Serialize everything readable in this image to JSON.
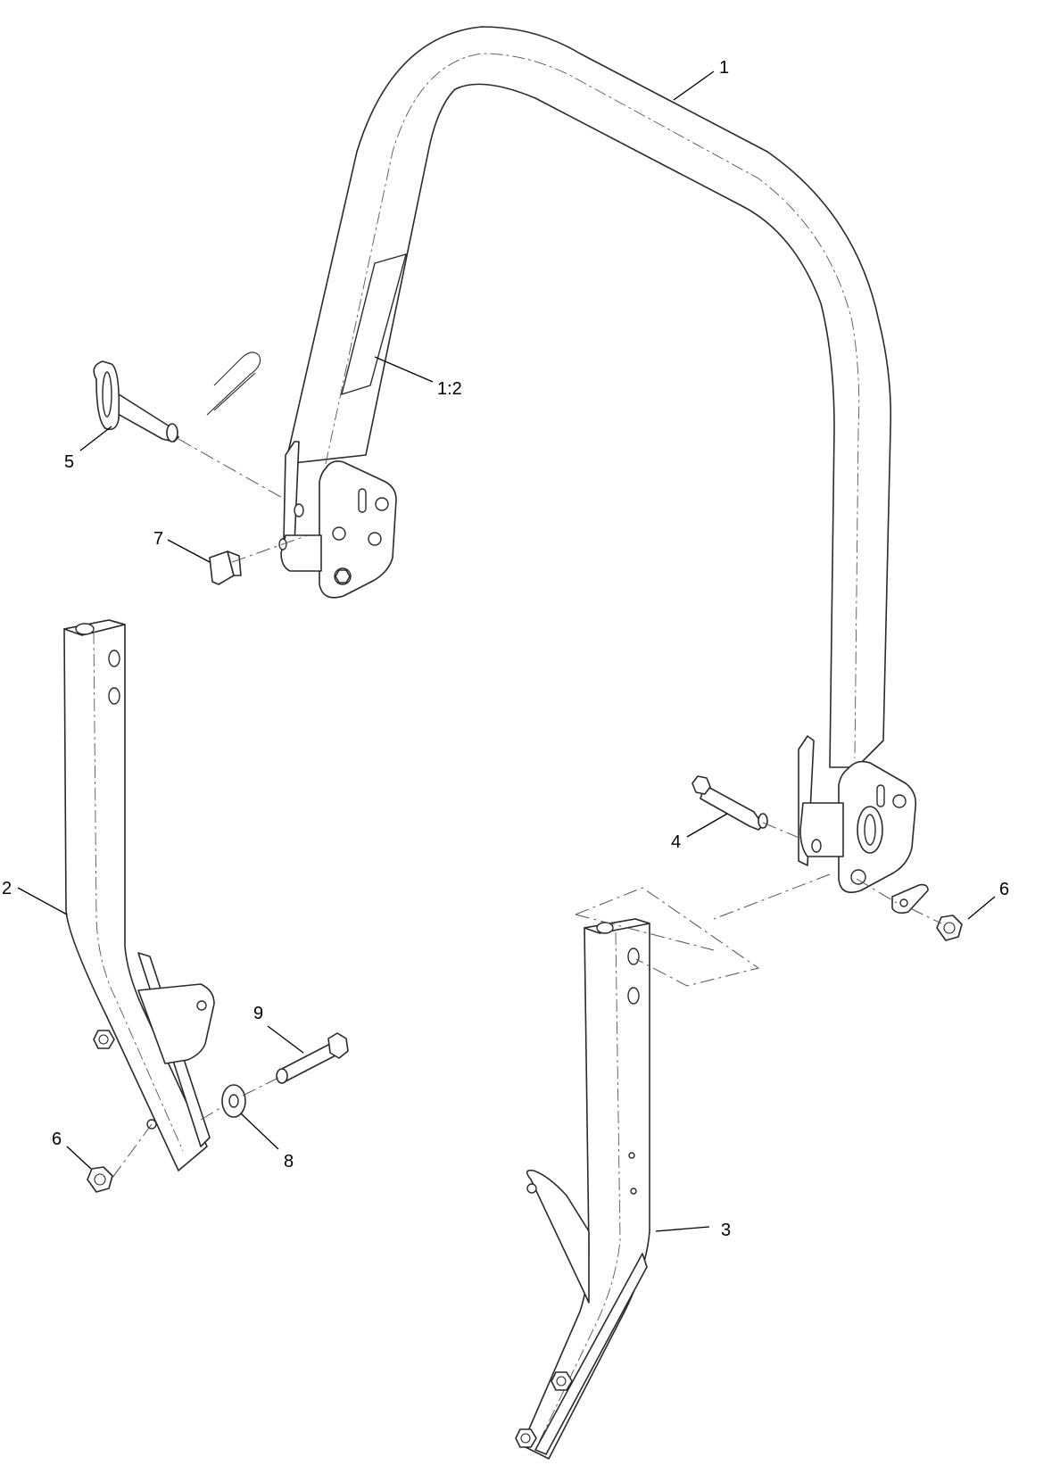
{
  "callouts": [
    {
      "id": "c1",
      "label": "1"
    },
    {
      "id": "c1-2",
      "label": "1:2"
    },
    {
      "id": "c2",
      "label": "2"
    },
    {
      "id": "c3",
      "label": "3"
    },
    {
      "id": "c4",
      "label": "4"
    },
    {
      "id": "c5",
      "label": "5"
    },
    {
      "id": "c6a",
      "label": "6"
    },
    {
      "id": "c6b",
      "label": "6"
    },
    {
      "id": "c7",
      "label": "7"
    },
    {
      "id": "c8",
      "label": "8"
    },
    {
      "id": "c9",
      "label": "9"
    }
  ],
  "colors": {
    "line": "#2a2a2a",
    "background": "#ffffff"
  }
}
